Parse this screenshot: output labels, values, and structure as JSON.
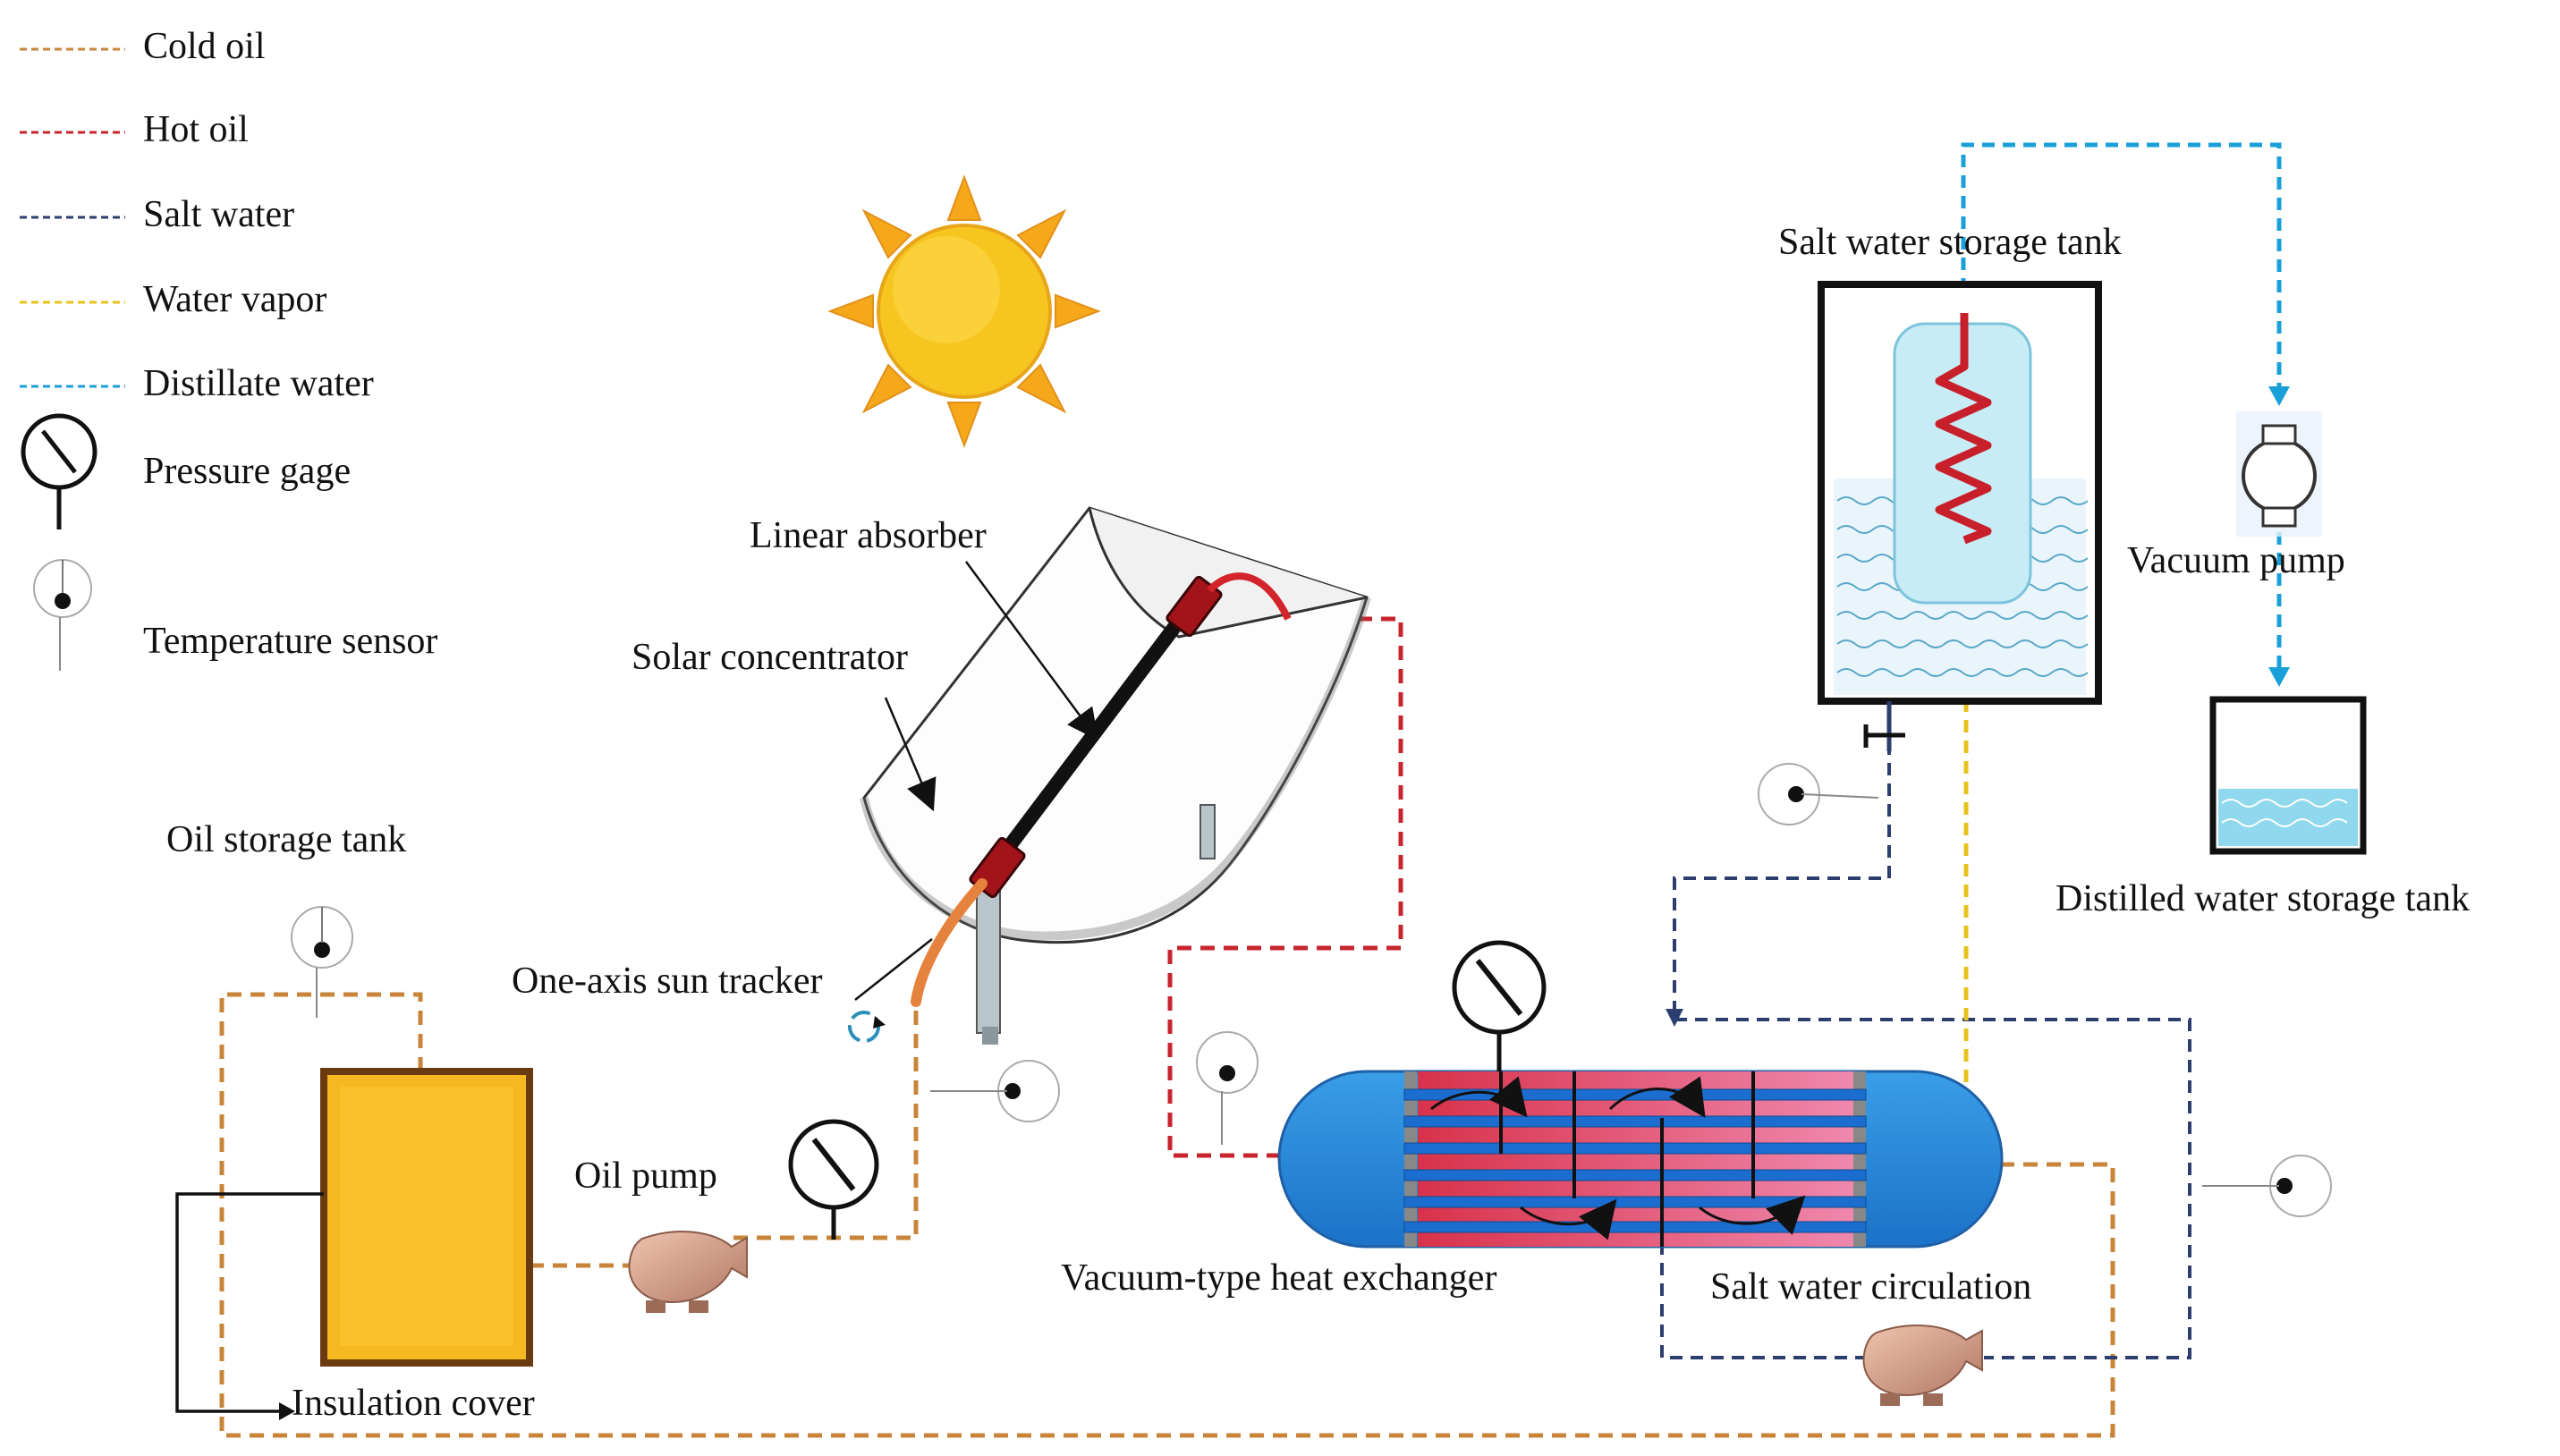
{
  "legend": {
    "cold_oil": "Cold oil",
    "hot_oil": "Hot oil",
    "salt_water": "Salt water",
    "water_vapor": "Water vapor",
    "distillate_water": "Distillate water",
    "pressure_gage": "Pressure gage",
    "temperature_sensor": "Temperature sensor"
  },
  "labels": {
    "linear_absorber": "Linear absorber",
    "solar_concentrator": "Solar concentrator",
    "oil_storage_tank": "Oil storage tank",
    "one_axis_sun_tracker": "One-axis sun tracker",
    "oil_pump": "Oil pump",
    "insulation_cover": "Insulation cover",
    "vacuum_heat_exchanger": "Vacuum-type heat exchanger",
    "salt_water_circulation": "Salt water circulation",
    "salt_water_storage_tank": "Salt water storage tank",
    "vacuum_pump": "Vacuum pump",
    "distilled_water_storage_tank": "Distilled water storage tank"
  },
  "colors": {
    "cold_oil": "#c8853a",
    "hot_oil": "#c8242e",
    "salt_water": "#2c3e6e",
    "water_vapor": "#e8c21c",
    "distillate_water": "#1aa0d8",
    "tank_fill": "#f6b820",
    "sun": "#f7c51f"
  }
}
